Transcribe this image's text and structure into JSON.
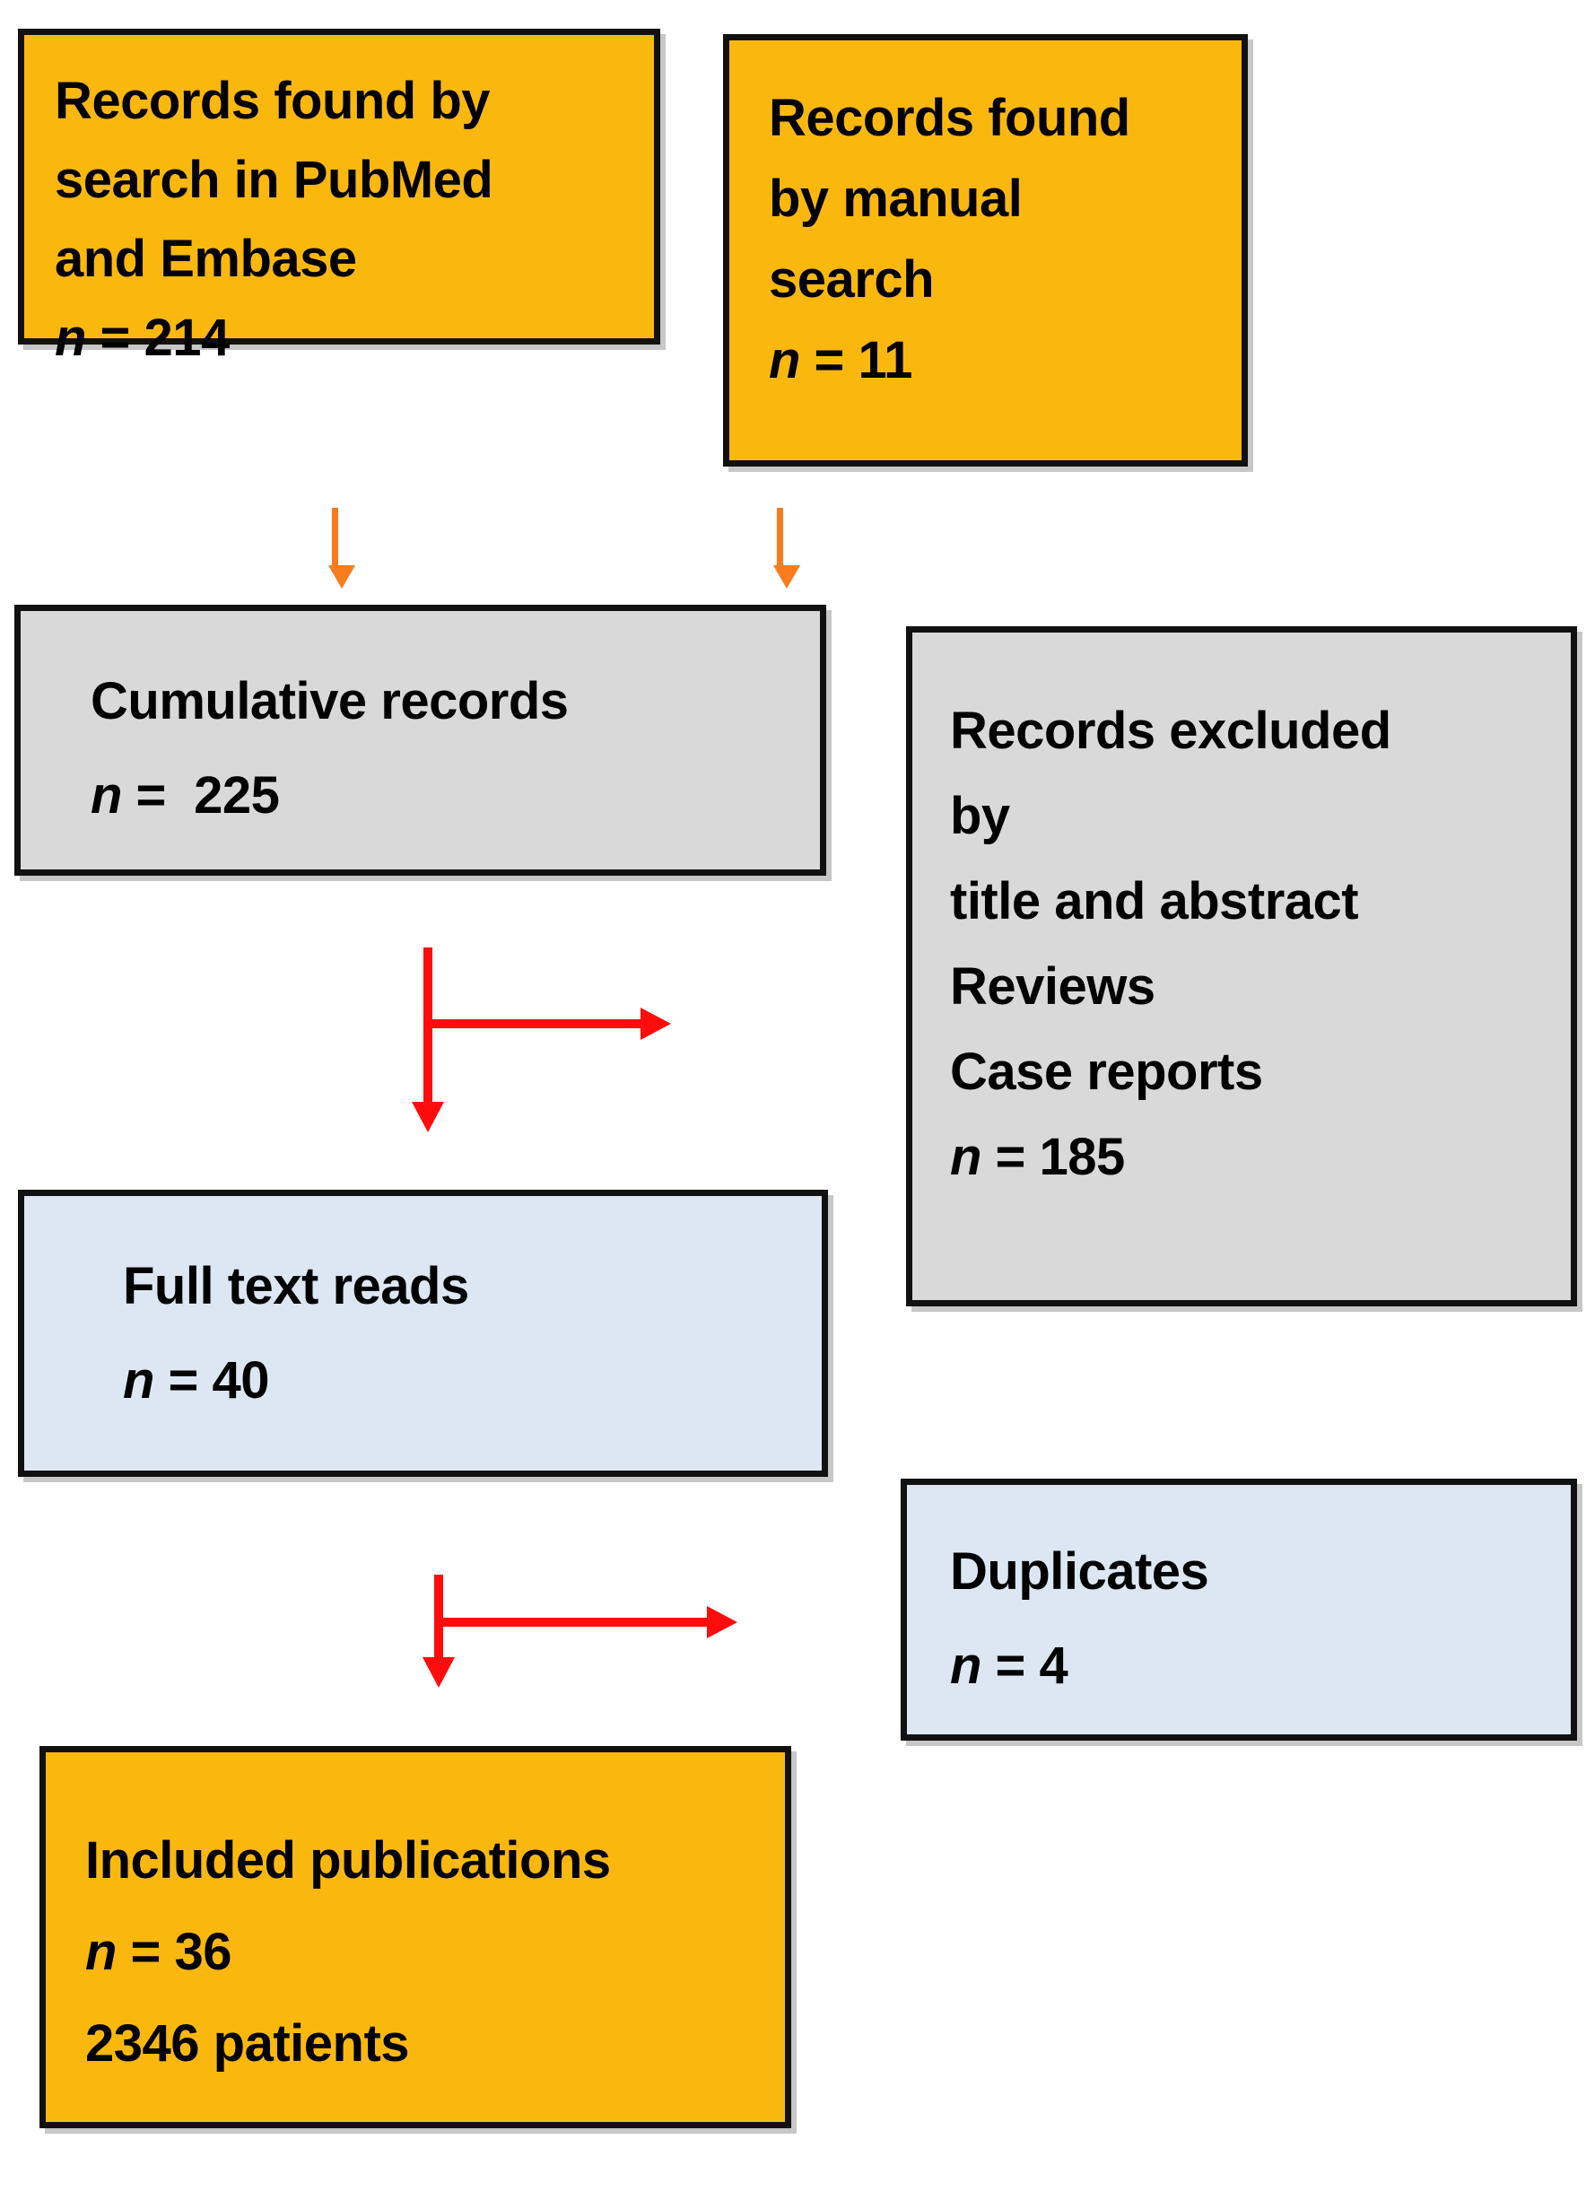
{
  "diagram": {
    "type": "prisma-flow-diagram",
    "colors": {
      "source_box_fill": "#FAB80F",
      "intermediate_box_fill": "#D9D9D9",
      "screened_box_fill": "#DCE7F3",
      "box_border": "#111111",
      "orange_arrow": "#FA7A1E",
      "red_arrow": "#FF0C0C",
      "background": "#FFFFFF"
    },
    "nodes": {
      "pubmed": {
        "lines": [
          "Records found by",
          "search in PubMed",
          "and Embase"
        ],
        "n_label": "n",
        "n_value": " = 214",
        "fill": "#FAB80F"
      },
      "manual": {
        "lines": [
          "Records found",
          "by manual",
          "search"
        ],
        "n_label": "n",
        "n_value": " = 11",
        "fill": "#FAB80F"
      },
      "cumulative": {
        "lines": [
          "Cumulative records"
        ],
        "n_label": "n",
        "n_value": " =  225",
        "fill": "#D9D9D9"
      },
      "excluded": {
        "lines": [
          "Records excluded",
          "by",
          "title and abstract",
          "Reviews",
          "Case reports"
        ],
        "n_label": "n",
        "n_value": " = 185",
        "fill": "#D9D9D9"
      },
      "fulltext": {
        "lines": [
          "Full text reads"
        ],
        "n_label": "n",
        "n_value": " = 40",
        "fill": "#DCE7F3"
      },
      "duplicates": {
        "lines": [
          "Duplicates"
        ],
        "n_label": "n",
        "n_value": " = 4",
        "fill": "#DCE7F3"
      },
      "included": {
        "lines": [
          "Included publications"
        ],
        "n_label": "n",
        "n_value": " = 36",
        "extra_line": "2346 patients",
        "fill": "#FAB80F"
      }
    },
    "connectors": [
      {
        "name": "pubmed-to-cumulative",
        "style": "straight-down",
        "color": "#FA7A1E"
      },
      {
        "name": "manual-to-cumulative",
        "style": "straight-down",
        "color": "#FA7A1E"
      },
      {
        "name": "cumulative-to-fulltext-and-excluded",
        "style": "tee-down-right",
        "color": "#FF0C0C"
      },
      {
        "name": "fulltext-to-included-and-duplicates",
        "style": "tee-down-right",
        "color": "#FF0C0C"
      }
    ]
  }
}
